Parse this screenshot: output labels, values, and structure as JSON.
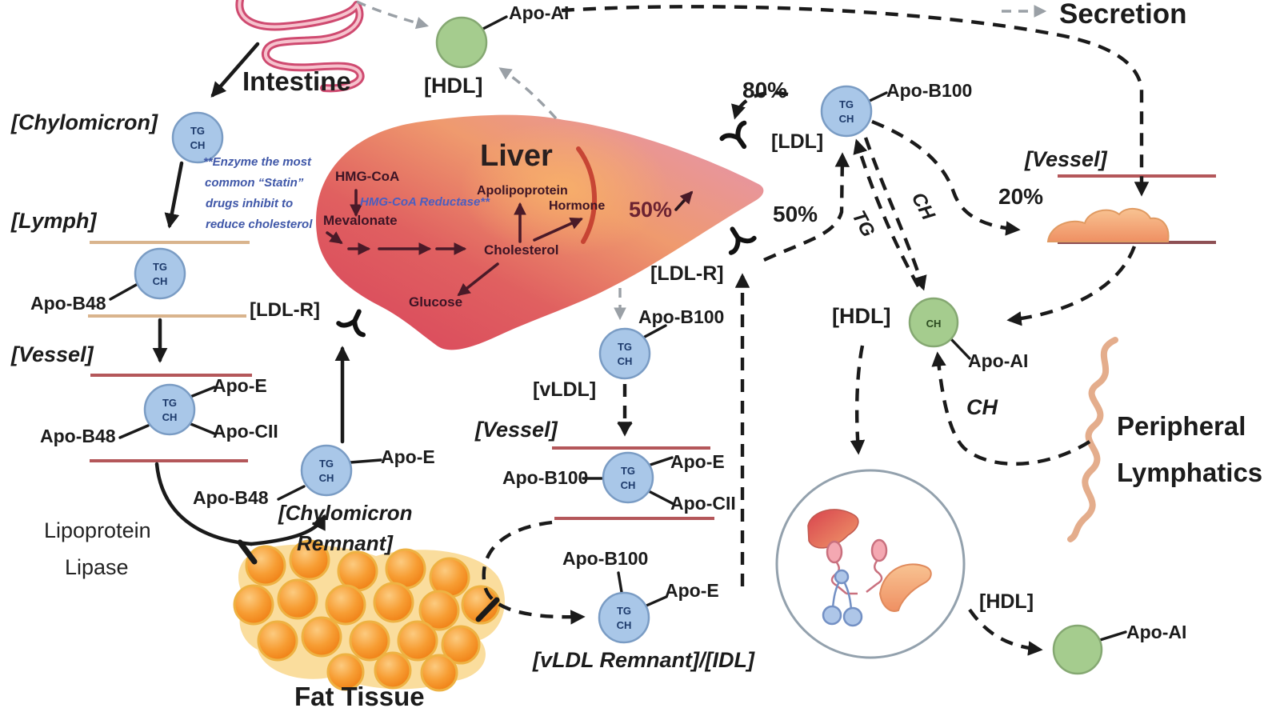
{
  "legend": {
    "secretion": "Secretion"
  },
  "organs": {
    "intestine": "Intestine",
    "liver": "Liver",
    "fat_tissue": "Fat Tissue",
    "peripheral_line1": "Peripheral",
    "peripheral_line2": "Lymphatics"
  },
  "enzymes": {
    "lipoprotein_lipase_line1": "Lipoprotein",
    "lipoprotein_lipase_line2": "Lipase",
    "hmg_coa_reductase": "HMG-CoA Reductase**"
  },
  "note": {
    "line1": "**Enzyme the most",
    "line2": "common “Statin”",
    "line3": "drugs inhibit to",
    "line4": "reduce cholesterol"
  },
  "compartments": {
    "chylomicron": "[Chylomicron]",
    "lymph": "[Lymph]",
    "vessel": "[Vessel]",
    "chylomicron_remnant_line1": "[Chylomicron",
    "chylomicron_remnant_line2": "Remnant]",
    "vldl": "[vLDL]",
    "vldl_remnant_idl": "[vLDL Remnant]/[IDL]",
    "ldl": "[LDL]",
    "hdl": "[HDL]",
    "ldl_r": "[LDL-R]"
  },
  "apo": {
    "ai": "Apo-AI",
    "b48": "Apo-B48",
    "b100": "Apo-B100",
    "e": "Apo-E",
    "cii": "Apo-CII"
  },
  "particle": {
    "tg": "TG",
    "ch": "CH"
  },
  "percentages": {
    "p80": "80%",
    "p50": "50%",
    "p20": "20%",
    "p50_liver": "50%"
  },
  "transfers": {
    "tg": "TG",
    "ch": "CH",
    "ch_peripheral": "CH"
  },
  "liver_pathway": {
    "hmg_coa": "HMG-CoA",
    "mevalonate": "Mevalonate",
    "cholesterol": "Cholesterol",
    "glucose": "Glucose",
    "apolipoprotein": "Apolipoprotein",
    "hormone": "Hormone"
  },
  "colors": {
    "particle_blue": "#a9c7e8",
    "particle_green": "#a5cc8e",
    "liver_red": "#d94a5e",
    "liver_orange": "#f2a070",
    "fat_orange": "#f5881c",
    "vessel_line": "#b4575a",
    "lymph_line": "#d9b48d",
    "note_blue": "#3f57a8",
    "dash_black": "#1a1a1a",
    "secretion_gray": "#9aa0a6",
    "pathway_maroon": "#5a1f2e"
  }
}
